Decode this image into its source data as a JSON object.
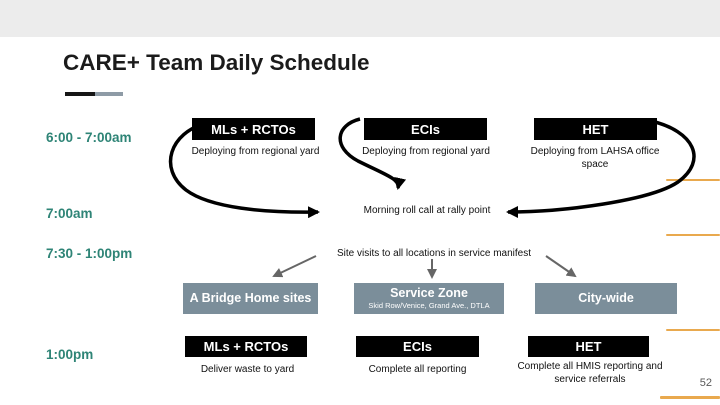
{
  "header": {
    "title": "CARE+ Team Daily Schedule"
  },
  "footer": {
    "page_number": "52"
  },
  "colors": {
    "top_bar": "#ececec",
    "accent_teal": "#2e8476",
    "team_box": "#000000",
    "location_box": "#7b8e9a",
    "orange_accent": "#e9a94e"
  },
  "schedule": [
    {
      "time": "6:00 - 7:00am",
      "items": [
        {
          "team": "MLs + RCTOs",
          "activity": "Deploying from regional yard"
        },
        {
          "team": "ECIs",
          "activity": "Deploying from regional yard"
        },
        {
          "team": "HET",
          "activity": "Deploying from LAHSA office space"
        }
      ]
    },
    {
      "time": "7:00am",
      "note": "Morning roll call at rally point"
    },
    {
      "time": "7:30 - 1:00pm",
      "note": "Site visits to all locations in service manifest",
      "locations": [
        {
          "label": "A Bridge Home sites",
          "sublabel": ""
        },
        {
          "label": "Service Zone",
          "sublabel": "Skid Row/Venice, Grand Ave., DTLA"
        },
        {
          "label": "City-wide",
          "sublabel": ""
        }
      ]
    },
    {
      "time": "1:00pm",
      "items": [
        {
          "team": "MLs + RCTOs",
          "activity": "Deliver waste to yard"
        },
        {
          "team": "ECIs",
          "activity": "Complete all reporting"
        },
        {
          "team": "HET",
          "activity": "Complete all HMIS reporting and service referrals"
        }
      ]
    }
  ]
}
